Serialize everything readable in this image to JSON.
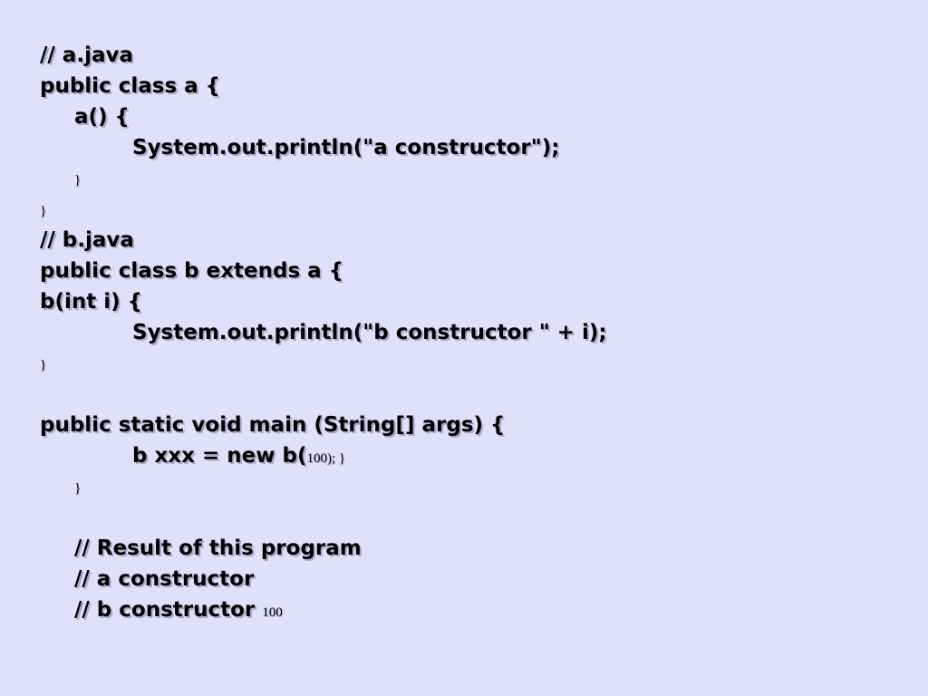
{
  "code": {
    "a_file_comment": "// a.java",
    "a_class_decl": "public class a {",
    "a_ctor_decl": "a() {",
    "a_println": "System.out.println(\"a constructor\");",
    "a_ctor_close": "}",
    "a_class_close": "}",
    "b_file_comment": "// b.java",
    "b_class_decl": "public class b extends a {",
    "b_ctor_decl": "b(int i) {",
    "b_println": "System.out.println(\"b constructor \" + i);",
    "b_ctor_close": "}",
    "main_decl": "public static void main (String[] args) {",
    "main_stmt_main": "b xxx = new b(",
    "main_stmt_small": "100); }",
    "main_close": "}"
  },
  "result": {
    "comment_title": "// Result of this program",
    "line1": "// a constructor",
    "line2_main": "// b constructor ",
    "line2_small": "100"
  }
}
